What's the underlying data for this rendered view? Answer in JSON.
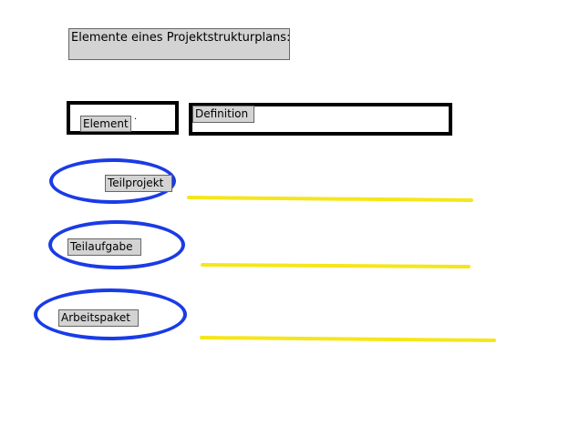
{
  "title": "Elemente eines Projektstrukturplans:",
  "headers": {
    "element": "Element",
    "definition": "Definition"
  },
  "elements": [
    {
      "label": "Teilprojekt"
    },
    {
      "label": "Teilaufgabe"
    },
    {
      "label": "Arbeitspaket"
    }
  ],
  "colors": {
    "label_bg": "#d3d3d3",
    "circle": "#1a3be6",
    "answer_line": "#f5e61a",
    "frame": "#000000"
  }
}
